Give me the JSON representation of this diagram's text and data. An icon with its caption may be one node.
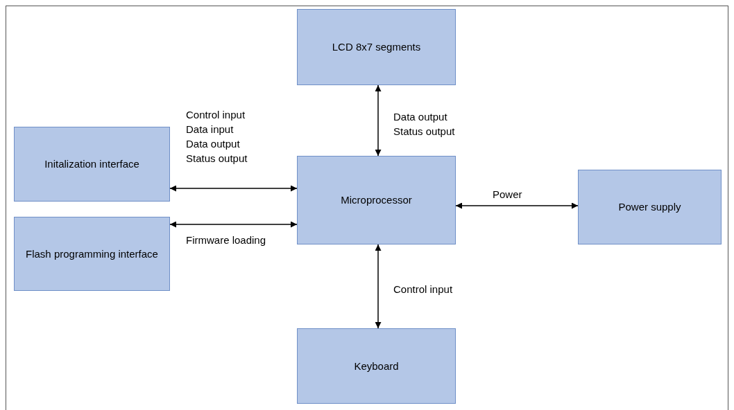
{
  "diagram": {
    "nodes": [
      {
        "text": [
          "LCD 8x7 segments"
        ]
      },
      {
        "text": [
          "Initalization interface"
        ]
      },
      {
        "text": [
          "Flash programming interface"
        ]
      },
      {
        "text": [
          "Microprocessor"
        ]
      },
      {
        "text": [
          "Power supply"
        ]
      },
      {
        "text": [
          "Keyboard"
        ]
      }
    ],
    "edges": [
      {
        "from": 3,
        "to": 0,
        "arrow": "both",
        "label": "Data output Status output"
      },
      {
        "from": 1,
        "to": 3,
        "arrow": "both",
        "label": "Control input Data input Data output Status output"
      },
      {
        "from": 2,
        "to": 3,
        "arrow": "both",
        "label": "Firmware loading"
      },
      {
        "from": 3,
        "to": 4,
        "arrow": "both",
        "label": "Power"
      },
      {
        "from": 3,
        "to": 5,
        "arrow": "both",
        "label": "Control input"
      }
    ]
  }
}
